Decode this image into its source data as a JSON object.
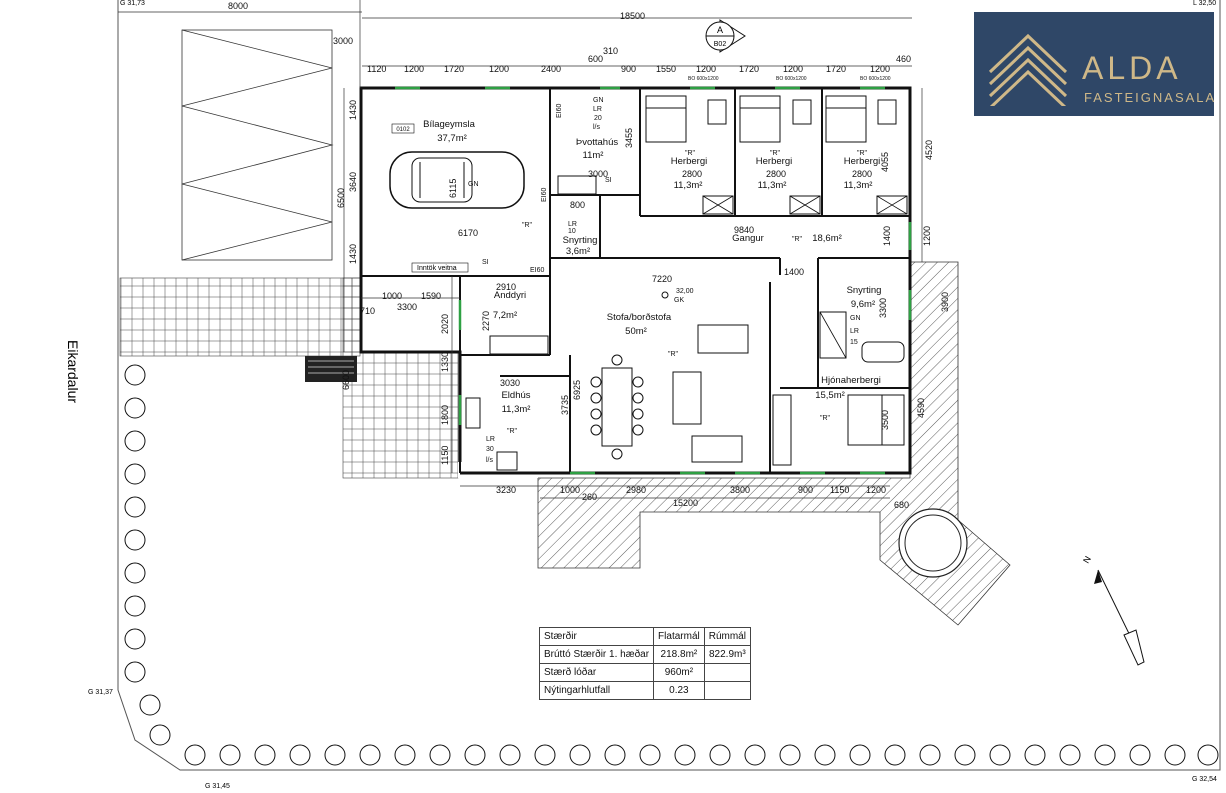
{
  "logo": {
    "name": "ALDA",
    "sub": "FASTEIGNASALA",
    "bg": "#2f4767",
    "gold": "#cfb888"
  },
  "street": "Eikardalur",
  "corners": {
    "tl": "G 31,73",
    "tr": "L 32,50",
    "bl": "G 31,37",
    "bl2": "G 31,45",
    "br": "G 32,54"
  },
  "section_marker": {
    "letter": "A",
    "code": "B02"
  },
  "dims": {
    "d8000": "8000",
    "d18500": "18500",
    "d3000": "3000",
    "d310": "310",
    "d600": "600",
    "d460": "460",
    "d4520": "4520",
    "d1120": "1120",
    "d1200": "1200",
    "d1720": "1720",
    "d2400": "2400",
    "d900": "900",
    "d1550": "1550",
    "d1430": "1430",
    "d3640": "3640",
    "d6500": "6500",
    "d6170": "6170",
    "d3455": "3455",
    "d2800": "2800",
    "d4055": "4055",
    "d9840": "9840",
    "d1400": "1400",
    "d7220": "7220",
    "d1000": "1000",
    "d1590": "1590",
    "d710": "710",
    "d3300": "3300",
    "d2910": "2910",
    "d2020": "2020",
    "d2270": "2270",
    "d1330": "1330",
    "d1800": "1800",
    "d1150": "1150",
    "d6925": "6925",
    "d3735": "3735",
    "d3030": "3030",
    "d3230": "3230",
    "d260": "260",
    "d2980": "2980",
    "d3800": "3800",
    "d15200": "15200",
    "d680": "680",
    "d4590": "4590",
    "d3900": "3900",
    "d6115": "6115",
    "d800": "800",
    "d3500": "3500",
    "d6600": "6600",
    "d1000b": "1000"
  },
  "rooms": {
    "bilageymsla": {
      "name": "Bílageymsla",
      "area": "37,7m²",
      "code": "0102"
    },
    "thvottahus": {
      "name": "Þvottahús",
      "area": "11m²"
    },
    "herbergi": {
      "name": "Herbergi",
      "area": "11,3m²",
      "flag": "\"R\""
    },
    "gangur": {
      "name": "Gangur",
      "area": "18,6m²"
    },
    "snyrting_small": {
      "name": "Snyrting",
      "area": "3,6m²"
    },
    "andyri": {
      "name": "Anddyri",
      "area": "7,2m²"
    },
    "stofa": {
      "name": "Stofa/borðstofa",
      "area": "50m²"
    },
    "snyrting_main": {
      "name": "Snyrting",
      "area": "9,6m²"
    },
    "eldhus": {
      "name": "Eldhús",
      "area": "11,3m²"
    },
    "hjona": {
      "name": "Hjónaherbergi",
      "area": "15,5m²"
    }
  },
  "labels": {
    "r": "\"R\"",
    "gn": "GN",
    "lr": "LR",
    "lr20": "20",
    "ls": "l/s",
    "lr30": "30",
    "lr15": "15",
    "si": "SI",
    "ei60": "EI60",
    "ei60b": "EI60",
    "ei60c": "EI60",
    "gk": "GK",
    "gk_val": "32,00",
    "inntok": "Inntök veitna",
    "bo": "BO 600x1200",
    "lr10": "10"
  },
  "stats": {
    "headers": [
      "Stærðir",
      "Flatarmál",
      "Rúmmál"
    ],
    "rows": [
      [
        "Brúttó Stærðir 1. hæðar",
        "218.8m²",
        "822.9m³"
      ],
      [
        "Stærð lóðar",
        "960m²",
        ""
      ],
      [
        "Nýtingarhlutfall",
        "0.23",
        ""
      ]
    ]
  },
  "north": "N"
}
